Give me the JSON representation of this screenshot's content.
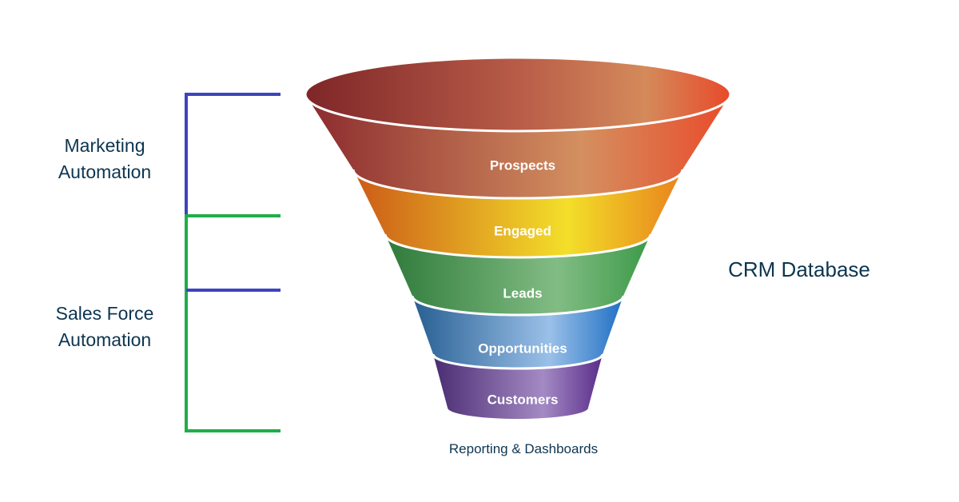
{
  "funnel": {
    "stages": [
      {
        "label": "Prospects",
        "color_left": "#8b2a2e",
        "color_mid": "#d49060",
        "color_right": "#ea4a2a"
      },
      {
        "label": "Engaged",
        "color_left": "#cc5a18",
        "color_mid": "#f3df2a",
        "color_right": "#e8821c"
      },
      {
        "label": "Leads",
        "color_left": "#2e7a3a",
        "color_mid": "#82bc84",
        "color_right": "#3c9a48"
      },
      {
        "label": "Opportunities",
        "color_left": "#275e92",
        "color_mid": "#9ac0e8",
        "color_right": "#1f6fc4"
      },
      {
        "label": "Customers",
        "color_left": "#4a2c72",
        "color_mid": "#a48ac4",
        "color_right": "#5a2c8a"
      }
    ]
  },
  "labels": {
    "marketing_line1": "Marketing",
    "marketing_line2": "Automation",
    "sales_line1": "Sales Force",
    "sales_line2": "Automation",
    "crm": "CRM Database",
    "reporting": "Reporting & Dashboards"
  },
  "colors": {
    "bracket_blue": "#3d45c0",
    "bracket_green": "#1fae4a",
    "text_dark": "#0d3550"
  }
}
